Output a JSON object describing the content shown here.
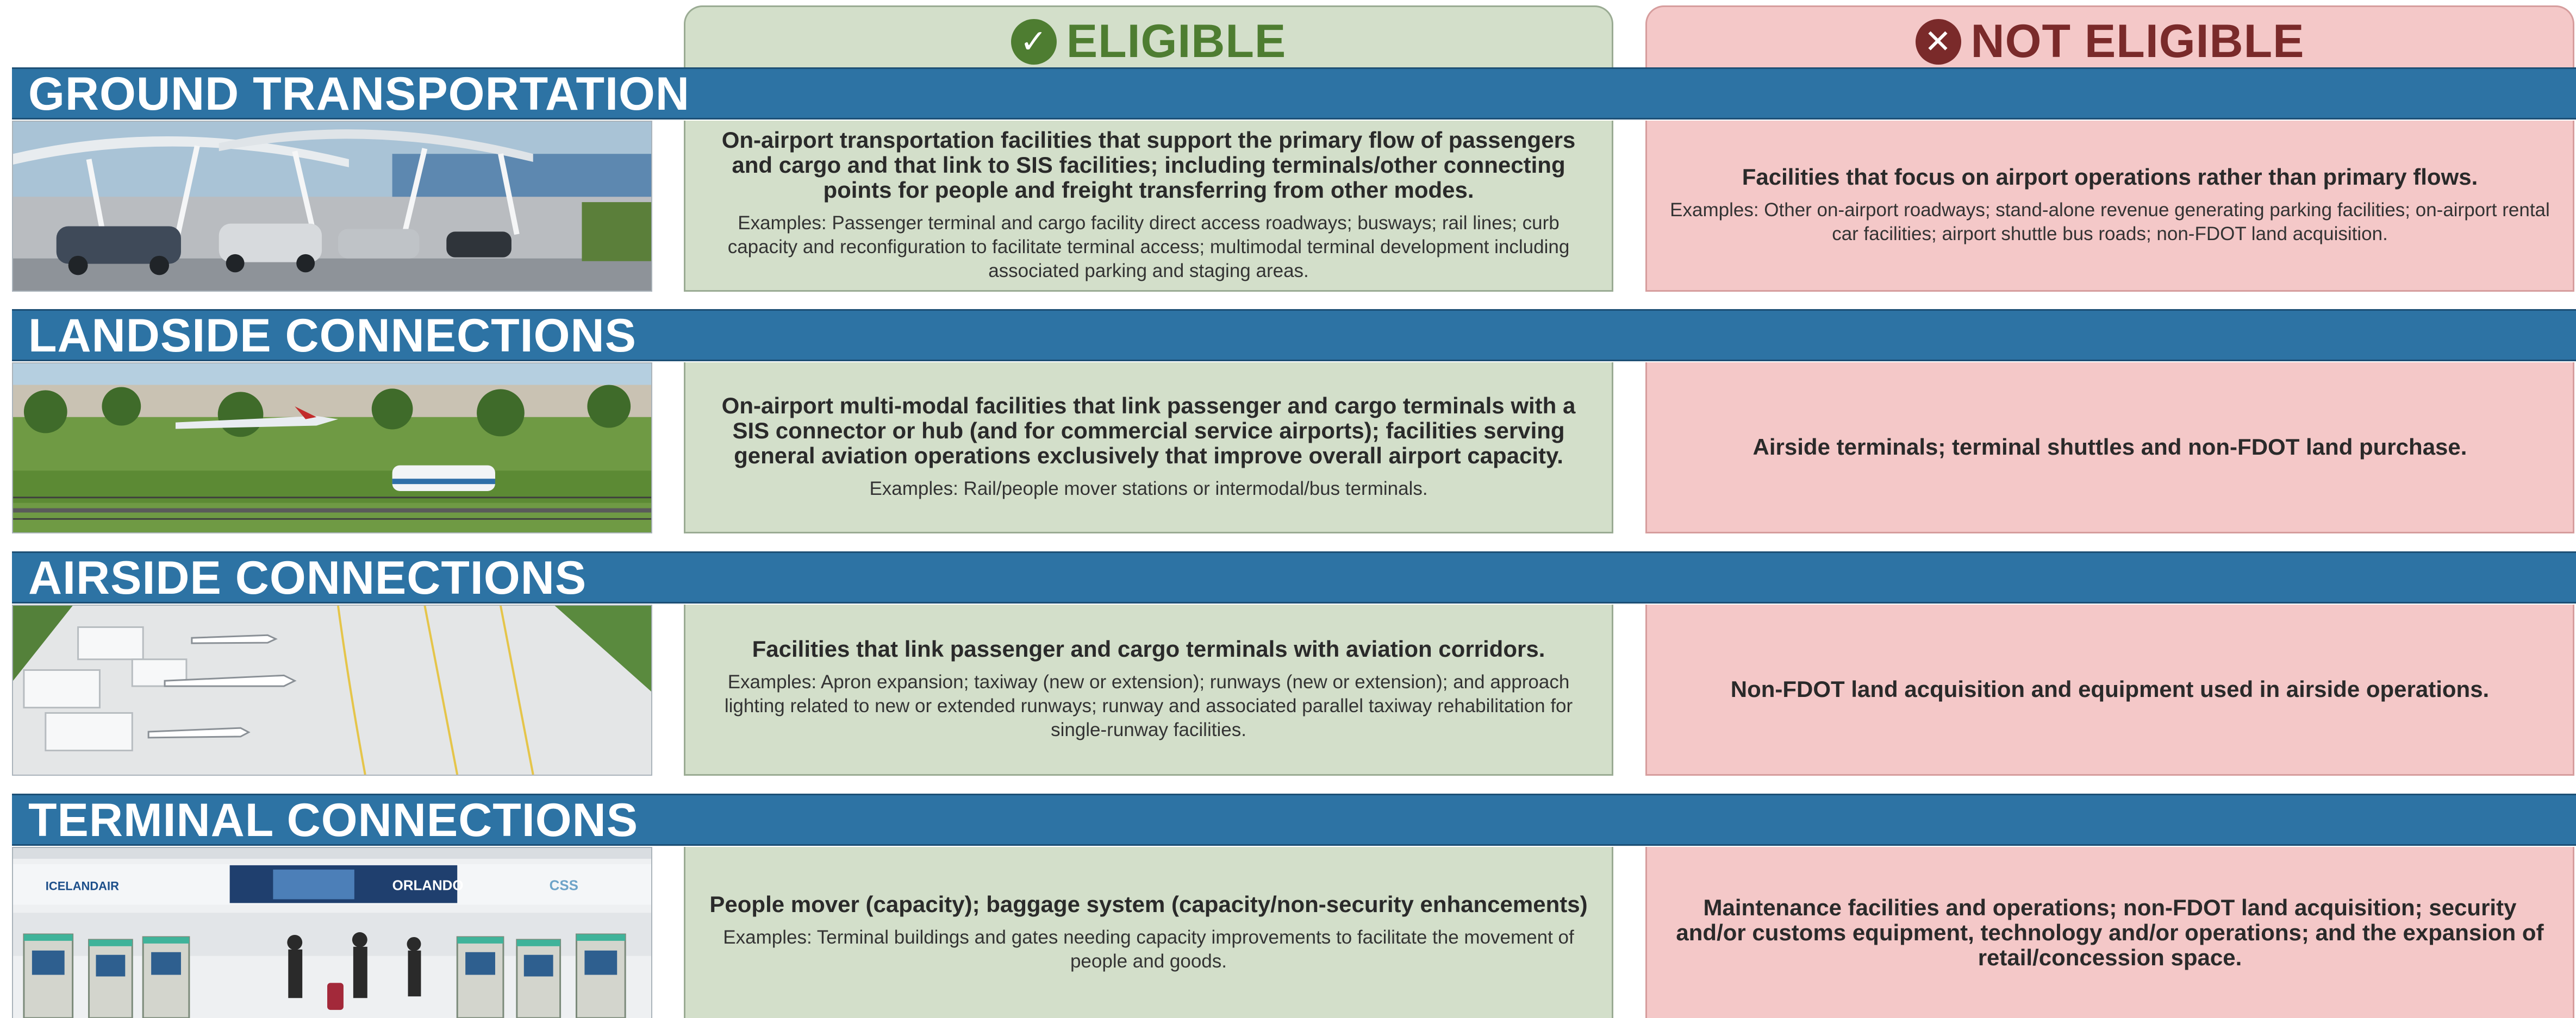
{
  "columns": {
    "eligible": {
      "label": "ELIGIBLE",
      "icon": "check-circle-icon",
      "glyph": "✓",
      "color": "#4e7d31",
      "fill": "#d3dfca"
    },
    "not_eligible": {
      "label": "NOT ELIGIBLE",
      "icon": "x-circle-icon",
      "glyph": "✕",
      "color": "#7a2a2a",
      "fill": "#f4c8c8"
    }
  },
  "band_color": "#2d73a4",
  "rows": [
    {
      "title": "GROUND TRANSPORTATION",
      "image": "airport-curbside-photo",
      "eligible": {
        "main": "On-airport transportation facilities that support the primary flow of passengers and cargo and that link to SIS facilities; including terminals/other connecting points for people and freight transferring from other modes.",
        "examples": "Examples: Passenger terminal and cargo facility direct access roadways; busways; rail lines; curb capacity and reconfiguration to facilitate terminal access; multimodal terminal development including associated parking and staging areas."
      },
      "not_eligible": {
        "main": "Facilities that focus on airport operations rather than primary flows.",
        "examples": "Examples: Other on-airport roadways; stand-alone revenue generating parking facilities; on-airport rental car facilities; airport shuttle bus roads; non-FDOT land acquisition."
      }
    },
    {
      "title": "LANDSIDE CONNECTIONS",
      "image": "people-mover-photo",
      "eligible": {
        "main": "On-airport multi-modal facilities that link passenger and cargo terminals with a SIS connector or hub (and for commercial service airports); facilities serving general aviation operations exclusively that improve overall airport capacity.",
        "examples": "Examples: Rail/people mover stations or intermodal/bus terminals."
      },
      "not_eligible": {
        "main": "Airside terminals; terminal shuttles and non-FDOT land purchase.",
        "examples": ""
      }
    },
    {
      "title": "AIRSIDE CONNECTIONS",
      "image": "aircraft-apron-photo",
      "eligible": {
        "main": "Facilities that link passenger and cargo terminals with aviation corridors.",
        "examples": "Examples: Apron expansion; taxiway (new or extension); runways (new or extension); and approach lighting related to new or extended runways; runway and associated parallel taxiway rehabilitation for single-runway facilities."
      },
      "not_eligible": {
        "main": "Non-FDOT land acquisition and equipment used in airside operations.",
        "examples": ""
      }
    },
    {
      "title": "TERMINAL CONNECTIONS",
      "image": "terminal-kiosks-photo",
      "photo_text": {
        "airline": "ICELANDAIR",
        "city": "ORLANDO",
        "logo": "CSS"
      },
      "eligible": {
        "main": "People mover (capacity); baggage system (capacity/non-security enhancements)",
        "examples": "Examples: Terminal buildings and gates needing capacity improvements to facilitate the movement of people and goods."
      },
      "not_eligible": {
        "main": "Maintenance facilities and operations; non-FDOT land acquisition; security and/or customs equipment, technology and/or operations; and the expansion of retail/concession space.",
        "examples": ""
      }
    }
  ]
}
